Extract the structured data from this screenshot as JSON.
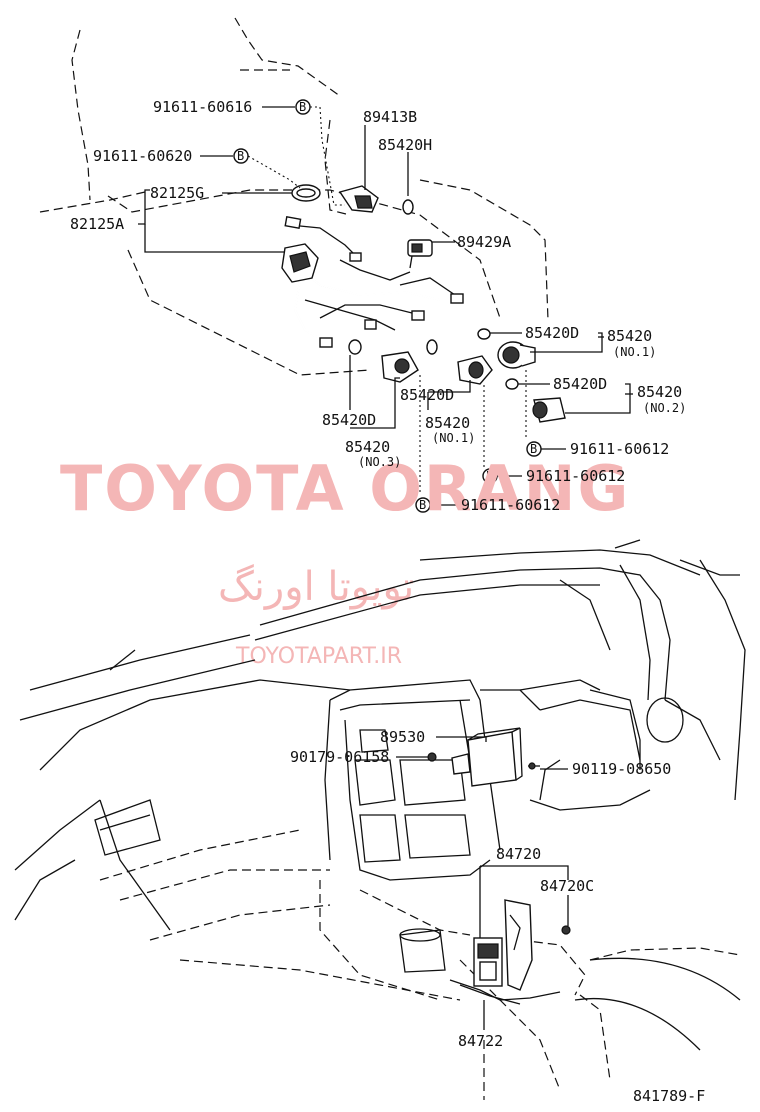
{
  "labels": {
    "p91611_60616": "91611-60616",
    "p89413B": "89413B",
    "p85420H": "85420H",
    "p91611_60620": "91611-60620",
    "p82125G": "82125G",
    "p82125A": "82125A",
    "p89429A": "89429A",
    "p85420D_a": "85420D",
    "p85420_a": "85420",
    "no1_a": "(NO.1)",
    "p85420D_b": "85420D",
    "p85420_b": "85420",
    "no2": "(NO.2)",
    "p91611_60612_a": "91611-60612",
    "p85420D_c": "85420D",
    "p85420_c": "85420",
    "no1_b": "(NO.1)",
    "p91611_60612_b": "91611-60612",
    "p85420D_d": "85420D",
    "p85420_d": "85420",
    "no3": "(NO.3)",
    "p91611_60612_c": "91611-60612",
    "p89530": "89530",
    "p90179_06158": "90179-06158",
    "p90119_08650": "90119-08650",
    "p84720": "84720",
    "p84720C": "84720C",
    "p84722": "84722",
    "diagram_code": "841789-F",
    "bolt_mark": "B"
  },
  "watermark": {
    "brand": "TOYOTA ORANG",
    "persian": "تویوتا اورنگ",
    "site": "TOYOTAPART.IR",
    "color": "#f4b6b6"
  }
}
